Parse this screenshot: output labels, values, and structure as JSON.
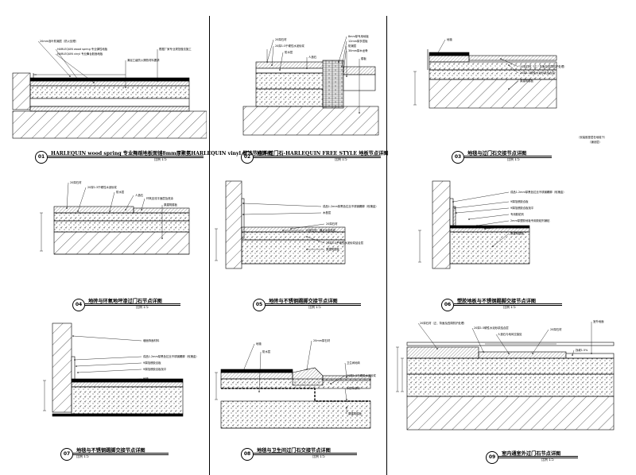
{
  "sheet": {
    "background": "#ffffff",
    "line_color": "#000000"
  },
  "details": [
    {
      "id": "01",
      "title": "HARLEQUIN wood spring 专业舞蹈地板面铺8mm厚聚氨HARLEQUIN vinyl 做法节点详图",
      "scale": "比例 1:5",
      "labels": [
        "20mm泡叶防潮层（防火处理）",
        "HARLEQUIN wood spring 专业弹性地板",
        "HARLEQUIN vinyl 专业舞台胶面地板",
        "满足乙级防火隔热材料要求",
        "根据厂家专业规范做法施工"
      ]
    },
    {
      "id": "02",
      "title": "地砖-过门石-HARLEQUIN FREE STYLE 地板节点详图",
      "scale": "比例 1:5",
      "labels": [
        "20厚石材",
        "20厚1:3干硬性水泥砂浆",
        "防水层",
        "人造石",
        "8mm厚专用地板",
        "12mm厚多层板",
        "防潮层",
        "30mm厚木龙骨",
        "楼板"
      ]
    },
    {
      "id": "03",
      "title": "地毯与过门石交接节点详图",
      "scale": "比例 1:5",
      "labels": [
        "地毯",
        "20厚石材（正、背面及四周防护处理）",
        "20厚1:3硬性水泥砂浆结合层",
        "原建筑楼板",
        "（安装胶垫层在地毯下）",
        "（铺设层）"
      ]
    },
    {
      "id": "04",
      "title": "地砖与环氧地坪漆过门石节点详图",
      "scale": "比例 1:5",
      "labels": [
        "20厚石材",
        "20厚1:3干硬性水泥砂浆",
        "防水层",
        "人造石",
        "环氧自流平面层及底涂",
        "原建筑楼板",
        "基层处理"
      ]
    },
    {
      "id": "05",
      "title": "地砖与不锈钢踢脚交接节点详图",
      "scale": "比例 1:5",
      "labels": [
        "成品1.2mm厚黑色拉丝不锈钢踢脚（玫瑰金）",
        "木基层",
        "20厚石材",
        "20厚1:3干硬性水泥砂浆结合层",
        "原建筑楼板",
        "10厚石材，横点水泥砂浆"
      ]
    },
    {
      "id": "06",
      "title": "塑胶地板与不锈钢踢脚交接节点详图",
      "scale": "比例 1:5",
      "labels": [
        "成品1.2mm厚黑色拉丝不锈钢踢脚（玫瑰金）",
        "9厚阻燃胶合板",
        "9厚阻燃胶合板找平",
        "专用胶粘剂",
        "2mm厚塑胶地板专用胶粘剂铺贴",
        "5厚自流平",
        "原建筑楼板"
      ]
    },
    {
      "id": "07",
      "title": "地毯与不锈钢踢脚交接节点详图",
      "scale": "比例 1:5",
      "labels": [
        "墙面饰面材料",
        "成品1.2mm厚黑色拉丝不锈钢踢脚（玫瑰金）",
        "9厚阻燃胶合板",
        "9厚阻燃胶合板找平",
        "地毯"
      ]
    },
    {
      "id": "08",
      "title": "地毯与卫生间过门石交接节点详图",
      "scale": "比例 1:5",
      "labels": [
        "地毯",
        "20mm厚石材",
        "防水层",
        "原建筑楼板",
        "20厚1:3干硬性水泥砂浆",
        "卫生间地砖",
        "JS防水涂料"
      ]
    },
    {
      "id": "09",
      "title": "室内通室外过门石节点详图",
      "scale": "比例 1:5",
      "labels": [
        "20厚石材（正、背面及四周防护处理）",
        "20厚1:3硬性水泥砂浆结合层",
        "人造石与地砖交接处",
        "室外地面",
        "20厚石材",
        "找坡1.5%"
      ]
    }
  ]
}
